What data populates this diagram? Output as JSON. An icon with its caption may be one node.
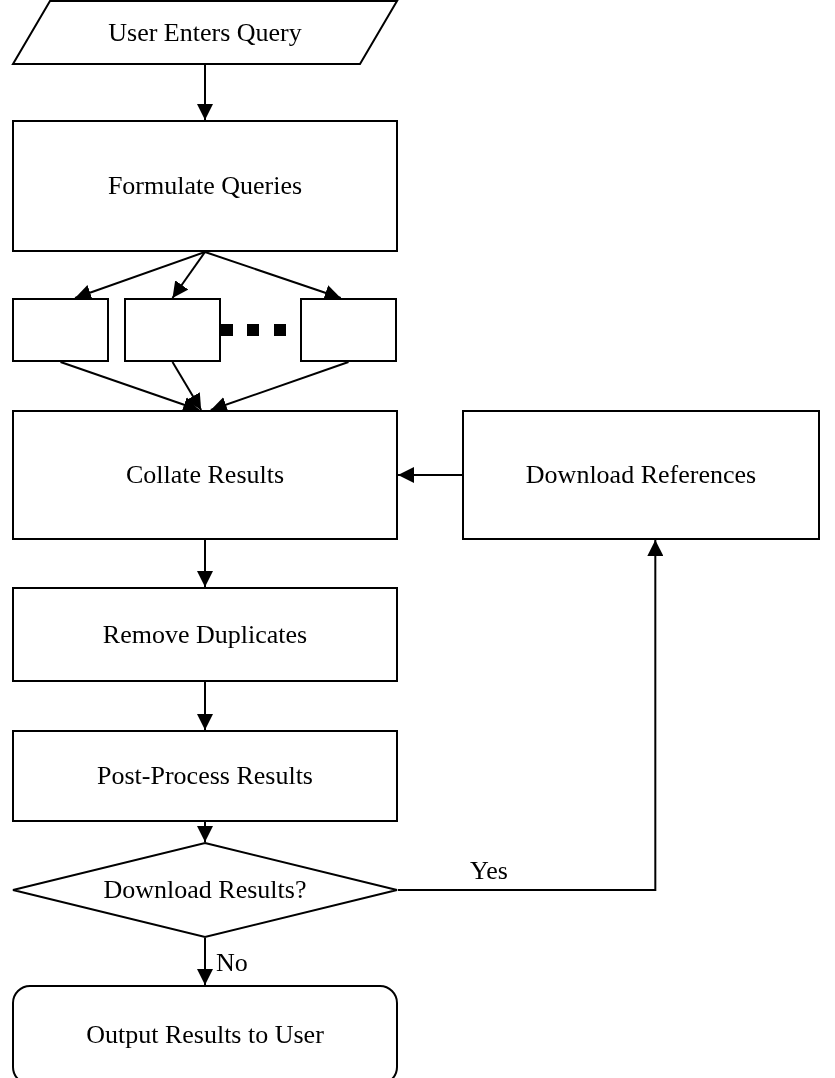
{
  "diagram": {
    "nodes": [
      {
        "text": [
          "User Enters Query"
        ]
      },
      {
        "text": [
          "Formulate Queries"
        ]
      },
      {
        "text": [],
        "shape": "box"
      },
      {
        "text": [],
        "shape": "box"
      },
      {
        "text": [],
        "shape": "box"
      },
      {
        "text": [
          "Collate Results"
        ]
      },
      {
        "text": [
          "Download References"
        ]
      },
      {
        "text": [
          "Remove Duplicates"
        ]
      },
      {
        "text": [
          "Post-Process Results"
        ]
      },
      {
        "text": [
          "Download Results?"
        ]
      },
      {
        "text": [
          "Output Results to User"
        ]
      }
    ],
    "edges": [
      {
        "from": 0,
        "to": 1,
        "arrow": "to"
      },
      {
        "from": 1,
        "to": 2,
        "arrow": "to"
      },
      {
        "from": 1,
        "to": 3,
        "arrow": "to"
      },
      {
        "from": 1,
        "to": 4,
        "arrow": "to"
      },
      {
        "from": 2,
        "to": 5,
        "arrow": "to"
      },
      {
        "from": 3,
        "to": 5,
        "arrow": "to"
      },
      {
        "from": 4,
        "to": 5,
        "arrow": "to"
      },
      {
        "from": 6,
        "to": 5,
        "arrow": "to"
      },
      {
        "from": 5,
        "to": 7,
        "arrow": "to"
      },
      {
        "from": 7,
        "to": 8,
        "arrow": "to"
      },
      {
        "from": 8,
        "to": 9,
        "arrow": "to"
      },
      {
        "from": 9,
        "to": 6,
        "arrow": "to",
        "label": "Yes"
      },
      {
        "from": 9,
        "to": 10,
        "arrow": "to",
        "label": "No"
      }
    ]
  }
}
